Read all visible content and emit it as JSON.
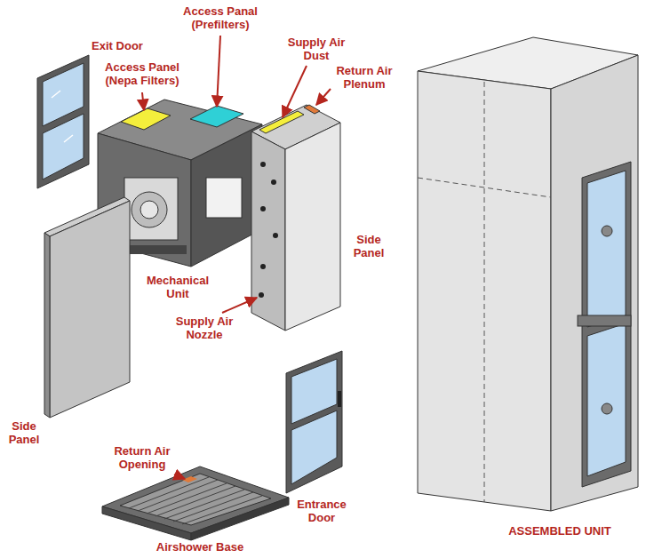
{
  "diagram": {
    "labels": [
      "Access Panal (Prefilters)",
      "Exit Door",
      "Supply Air Dust",
      "Access Panel (Nepa Filters)",
      "Return Air Plenum",
      "Side Panel",
      "Mechanical Unit",
      "Supply Air Nozzle",
      "Side Panel",
      "Return Air Opening",
      "Entrance Door",
      "Airshower Base",
      "ASSEMBLED UNIT"
    ]
  }
}
